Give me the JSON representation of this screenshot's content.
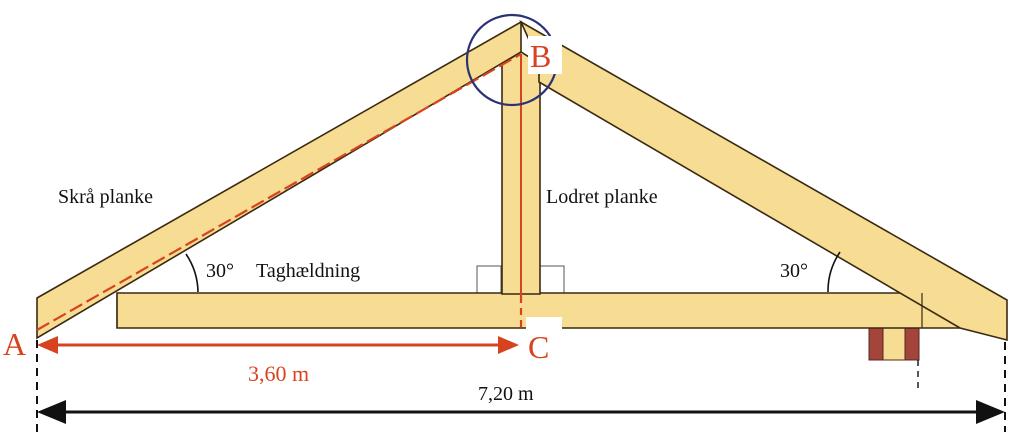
{
  "labels": {
    "skra_planke": "Skrå planke",
    "lodret_planke": "Lodret planke",
    "angle_left": "30°",
    "taghaeldning": "Taghældning",
    "angle_right": "30°",
    "point_a": "A",
    "point_b": "B",
    "point_c": "C",
    "half_span": "3,60 m",
    "full_span": "7,20 m"
  },
  "colors": {
    "wood_fill": "#f6dd93",
    "wood_stroke": "#3a2a10",
    "accent_red": "#d8431f",
    "circle_navy": "#2b3275",
    "dark_arrow": "#111111",
    "brick": "#a3453a"
  }
}
